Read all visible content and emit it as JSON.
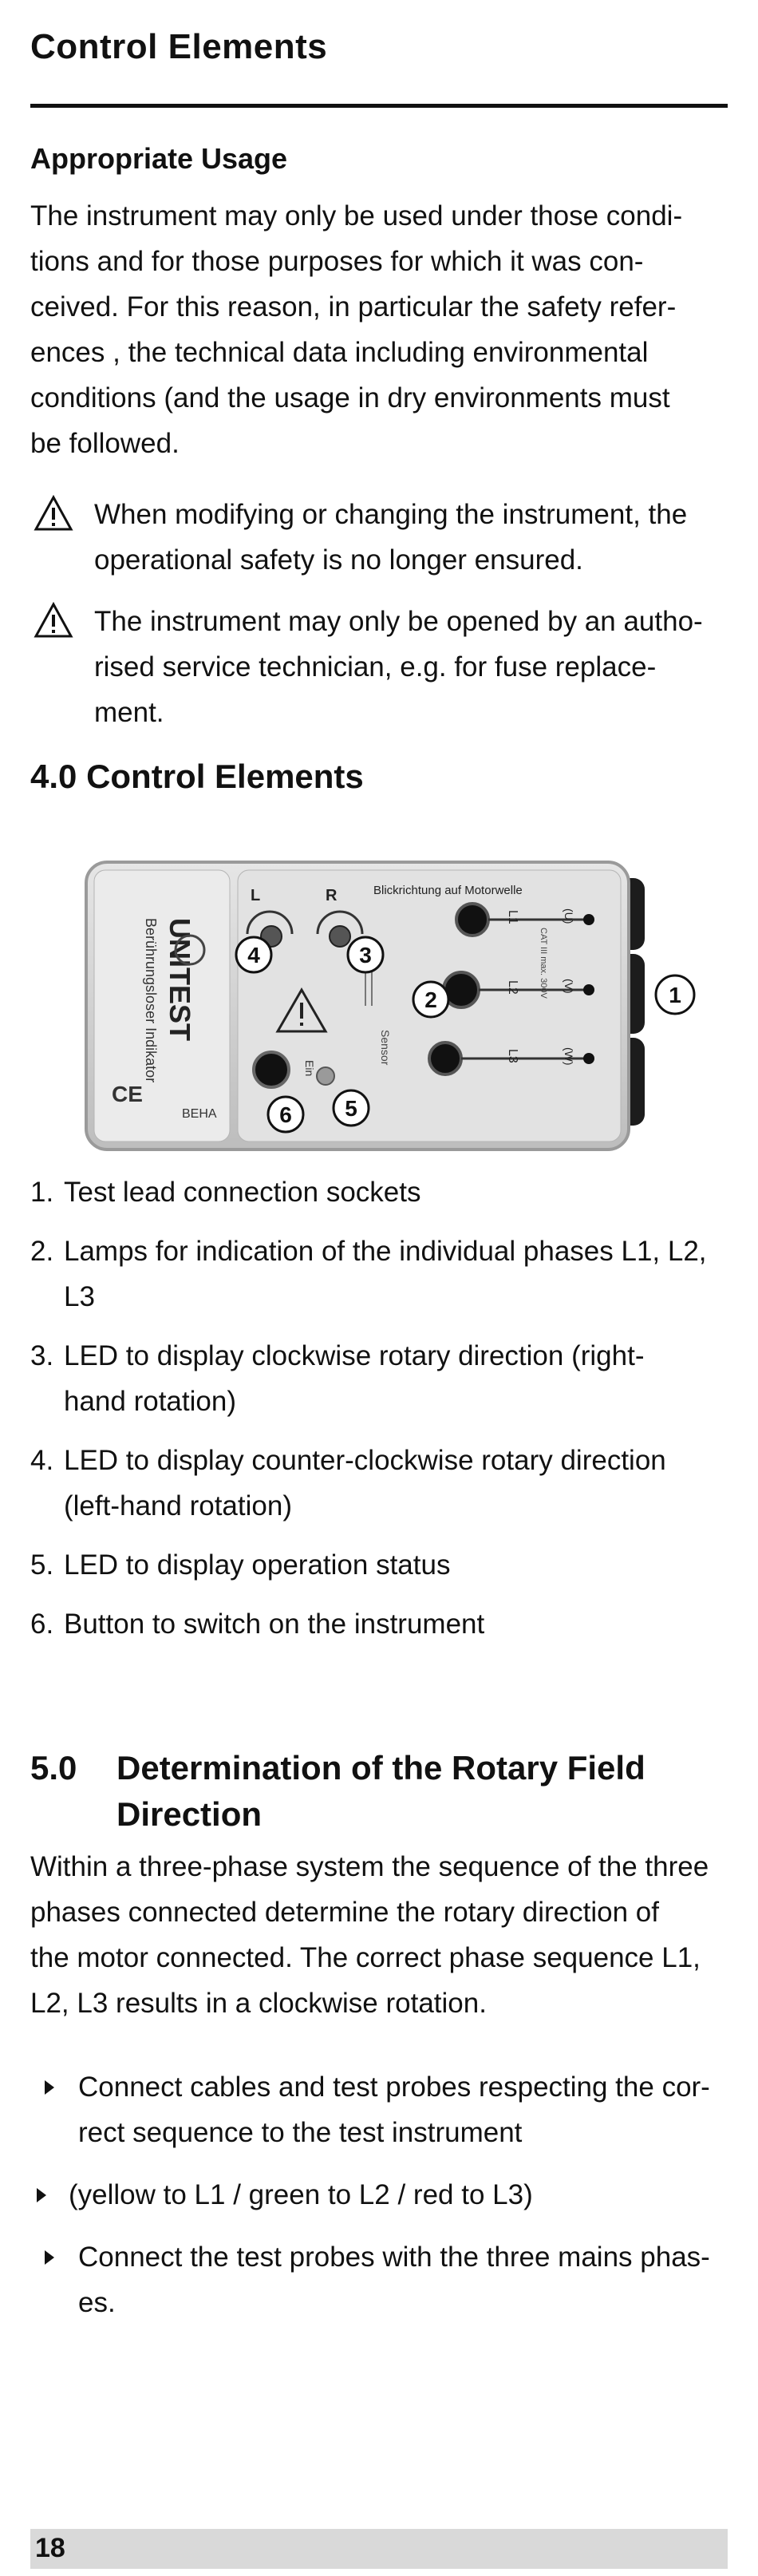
{
  "header": {
    "title": "Control Elements"
  },
  "usage": {
    "heading": "Appropriate Usage",
    "lines": [
      "The instrument may only be used under those condi-",
      "tions and for those purposes for which it was con-",
      "ceived. For this reason, in particular the safety refer-",
      "ences , the technical data including environmental",
      "conditions (and the usage in dry environments must",
      "be followed."
    ],
    "warnings": [
      {
        "icon": "warning-triangle-icon",
        "lines": [
          "When modifying or changing the instrument, the",
          "operational safety is no longer ensured."
        ]
      },
      {
        "icon": "warning-triangle-icon",
        "lines": [
          "The instrument may only be opened by an autho-",
          "rised service technician, e.g. for fuse replace-",
          "ment."
        ]
      }
    ]
  },
  "section4": {
    "number": "4.0",
    "title": "Control Elements",
    "device": {
      "brand": "UNITEST",
      "model": "Berührungsloser Indikator",
      "label_direction": "Blickrichtung auf Motorwelle",
      "phase_labels": [
        "L1",
        "L2",
        "L3"
      ],
      "terminal_labels": [
        "(U)",
        "(V)",
        "(W)"
      ],
      "rating": "CAT III max. 300V",
      "lamp_labels": [
        "L",
        "R"
      ],
      "sensor_label": "Sensor",
      "button_label": "Ein",
      "maker": "BEHA",
      "ce_mark": "CE",
      "callouts": [
        "1",
        "2",
        "3",
        "4",
        "5",
        "6"
      ]
    },
    "items": [
      {
        "n": "1.",
        "lines": [
          "Test lead connection sockets"
        ]
      },
      {
        "n": "2.",
        "lines": [
          "Lamps for indication of the individual phases L1, L2,",
          "L3"
        ]
      },
      {
        "n": "3.",
        "lines": [
          "LED to display clockwise rotary direction (right-",
          "hand rotation)"
        ]
      },
      {
        "n": "4.",
        "lines": [
          "LED to display counter-clockwise rotary direction",
          "(left-hand rotation)"
        ]
      },
      {
        "n": "5.",
        "lines": [
          "LED to display operation status"
        ]
      },
      {
        "n": "6.",
        "lines": [
          "Button to switch on the instrument"
        ]
      }
    ]
  },
  "section5": {
    "number": "5.0",
    "title_line1": "Determination of the Rotary Field",
    "title_line2": "Direction",
    "lines": [
      "Within a three-phase system the sequence of the three",
      "phases connected determine the rotary direction of",
      "the motor connected. The correct phase sequence L1,",
      "L2, L3 results in a clockwise rotation."
    ],
    "bullets": [
      {
        "lines": [
          "Connect cables and test probes respecting the cor-",
          "rect sequence to the test instrument"
        ]
      },
      {
        "lines": [
          "(yellow to L1 / green to L2 /  red to L3)"
        ]
      },
      {
        "lines": [
          "Connect the test probes with the three mains phas-",
          "es."
        ]
      }
    ]
  },
  "footer": {
    "page_number": "18"
  }
}
